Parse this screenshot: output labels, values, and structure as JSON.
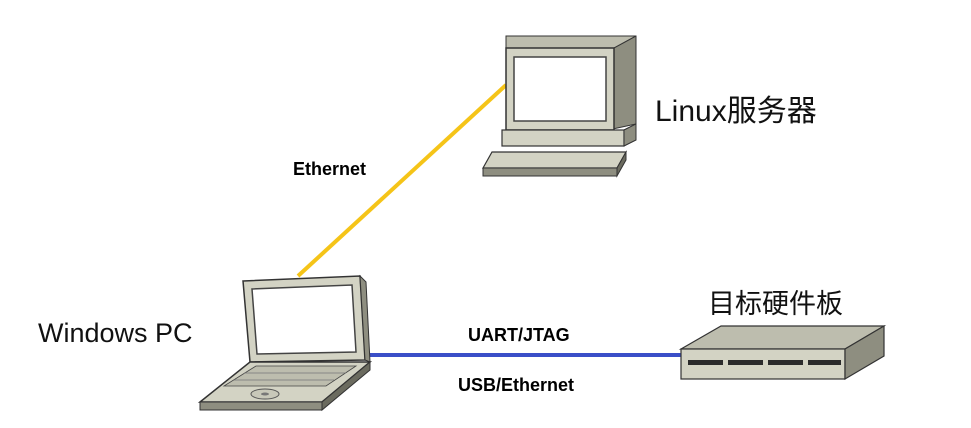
{
  "nodes": {
    "linux_server": {
      "label": "Linux服务器",
      "icon": "desktop-computer-icon"
    },
    "windows_pc": {
      "label": "Windows PC",
      "icon": "laptop-icon"
    },
    "target_board": {
      "label": "目标硬件板",
      "icon": "hardware-board-icon"
    }
  },
  "links": {
    "pc_to_server": {
      "label": "Ethernet",
      "color": "#f5c418"
    },
    "pc_to_board": {
      "label_top": "UART/JTAG",
      "label_bottom": "USB/Ethernet",
      "color": "#3a4fc8"
    }
  },
  "colors": {
    "device_face": "#d3d3c4",
    "device_shadow": "#8e8e80",
    "device_dark": "#6b6b5f",
    "screen": "#ffffff"
  }
}
